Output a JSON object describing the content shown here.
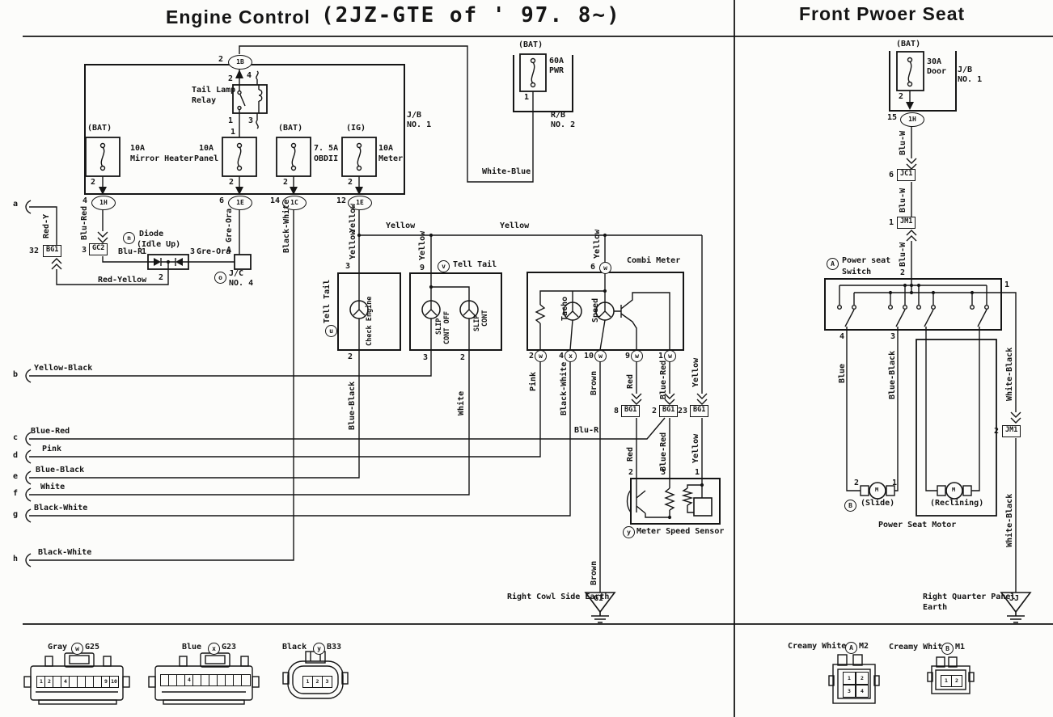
{
  "titles": {
    "left_main": "Engine Control",
    "left_code": "(2JZ-GTE of ' 97. 8~)",
    "right": "Front Pwoer Seat"
  },
  "jb1": {
    "name1": "J/B",
    "name2": "NO. 1",
    "top_conn": {
      "pin": "2",
      "id": "1B"
    },
    "relay": {
      "name1": "Tail Lamp",
      "name2": "Relay",
      "p2": "2",
      "p4": "4",
      "p1": "1",
      "p3": "3",
      "fuse_top_pin": "1"
    },
    "fuses": [
      {
        "tag": "(BAT)",
        "amp": "10A",
        "name": "Mirror Heater",
        "pin": "2",
        "conn_pin": "4",
        "conn": "1H"
      },
      {
        "tag": "",
        "amp": "10A",
        "name": "Panel",
        "pin": "2",
        "conn_pin": "6",
        "conn": "1E"
      },
      {
        "tag": "(BAT)",
        "amp": "7. 5A",
        "name": "OBDII",
        "pin": "2",
        "conn_pin": "14",
        "conn": "1C"
      },
      {
        "tag": "(IG)",
        "amp": "10A",
        "name": "Meter",
        "pin": "2",
        "conn_pin": "12",
        "conn": "1E"
      }
    ]
  },
  "rb2": {
    "tag": "(BAT)",
    "amp": "60A",
    "name": "PWR",
    "pin": "1",
    "label1": "R/B",
    "label2": "NO. 2",
    "wire": "White-Blue"
  },
  "idle": {
    "stub": "a",
    "wire_a": "Red-Y",
    "bg1_pin": "32",
    "bg1": "BG1",
    "blu_red": "Blu-Red",
    "gc2_pin": "3",
    "gc2": "GC2",
    "blu_r": "Blu-R",
    "blu_r_pin": "1",
    "circle": "n",
    "name1": "Diode",
    "name2": "(Idle Up)",
    "pin2": "2",
    "pin3": "3",
    "gre_ora": "Gre-Ora",
    "pinA": "A",
    "gre_ora_v": "Gre-Ora",
    "red_yellow": "Red-Yellow",
    "jc_circle": "o",
    "jc1": "J/C",
    "jc2": "NO. 4"
  },
  "stubs": [
    {
      "id": "b",
      "wire": "Yellow-Black"
    },
    {
      "id": "c",
      "wire": "Blue-Red"
    },
    {
      "id": "d",
      "wire": "Pink"
    },
    {
      "id": "e",
      "wire": "Blue-Black"
    },
    {
      "id": "f",
      "wire": "White"
    },
    {
      "id": "g",
      "wire": "Black-White"
    },
    {
      "id": "h",
      "wire": "Black-White"
    }
  ],
  "wires": {
    "black_white": "Black-White",
    "yellow_v1": "Yellow",
    "yellow_v2": "Yellow",
    "yellow_h1": "Yellow",
    "yellow_h2": "Yellow",
    "yellow_slip": "Yellow",
    "slip_pin9": "9",
    "yellow_combi": "Yellow",
    "blu_r_h": "Blu-R"
  },
  "check_engine": {
    "circle": "u",
    "tell_tail": "Tell Tail",
    "name": "Check Engine",
    "pin_top": "3",
    "pin_bottom": "2",
    "wire_down": "Blue-Black"
  },
  "slip": {
    "circle": "v",
    "tell_tail": "Tell Tail",
    "l1a": "SLIP",
    "l1b": "CONT OFF",
    "l2a": "SLIP",
    "l2b": "CONT",
    "pin3": "3",
    "pin2": "2",
    "wire_down": "White"
  },
  "combi": {
    "name": "Combi Meter",
    "pin6": "6",
    "pin6_l": "w",
    "tacho": "Tacho",
    "speed": "Speed",
    "pins": [
      {
        "n": "2",
        "l": "w",
        "wire": "Pink"
      },
      {
        "n": "4",
        "l": "x",
        "wire": "Black-White"
      },
      {
        "n": "10",
        "l": "w",
        "wire": "Brown"
      },
      {
        "n": "9",
        "l": "w",
        "wire": "Red"
      },
      {
        "n": "1",
        "l": "w",
        "wire": "Blue-Red"
      }
    ]
  },
  "bg1_row": {
    "p8": "8",
    "b8": "BG1",
    "p2": "2",
    "b2": "BG1",
    "p23": "23",
    "b23": "BG1",
    "red": "Red",
    "blue_red": "Blue-Red",
    "yellow": "Yellow"
  },
  "sensor": {
    "pin2": "2",
    "pin3": "3",
    "pin1": "1",
    "circle": "y",
    "name": "Meter Speed Sensor"
  },
  "earth_left": {
    "wire": "Brown",
    "name": "Right Cowl Side Earth",
    "code": "GI"
  },
  "right": {
    "jb": {
      "tag": "(BAT)",
      "amp": "30A",
      "name": "Door",
      "pin": "2",
      "l1": "J/B",
      "l2": "NO. 1",
      "conn_pin": "15",
      "conn": "1H"
    },
    "blu_w1": "Blu-W",
    "blu_w2": "Blu-W",
    "blu_w3": "Blu-W",
    "jc1": {
      "pin": "6",
      "id": "JC1"
    },
    "jm1_top": {
      "pin": "1",
      "id": "JM1"
    },
    "switch": {
      "circle": "A",
      "l1": "Power seat",
      "l2": "Switch",
      "pin_top": "2",
      "pin_right": "1",
      "pin4": "4",
      "pin3": "3"
    },
    "blue": "Blue",
    "blue_black": "Blue-Black",
    "slide": {
      "pin2": "2",
      "pin1": "1",
      "circle": "B",
      "name": "(Slide)",
      "m": "M"
    },
    "reclining": {
      "name": "(Reclining)",
      "m": "M"
    },
    "motor_label": "Power Seat Motor",
    "white_black1": "White-Black",
    "white_black2": "White-Black",
    "jm1_bottom": {
      "pin": "2",
      "id": "JM1"
    },
    "earth": {
      "l1": "Right Quarter Panel",
      "l2": "Earth",
      "code": "JJ"
    }
  },
  "connectors": {
    "g25": {
      "color": "Gray",
      "circle": "w",
      "code": "G25",
      "pins": [
        "1",
        "2",
        "4",
        "9",
        "10"
      ]
    },
    "g23": {
      "color": "Blue",
      "circle": "x",
      "code": "G23",
      "pins": [
        "4"
      ]
    },
    "b33": {
      "color": "Black",
      "circle": "y",
      "code": "B33",
      "pins": [
        "1",
        "2",
        "3"
      ]
    },
    "m2": {
      "color": "Creamy White",
      "circle": "A",
      "code": "M2",
      "pins": [
        "1",
        "2",
        "3",
        "4"
      ]
    },
    "m1": {
      "color": "Creamy White",
      "circle": "B",
      "code": "M1",
      "pins": [
        "1",
        "2"
      ]
    }
  }
}
